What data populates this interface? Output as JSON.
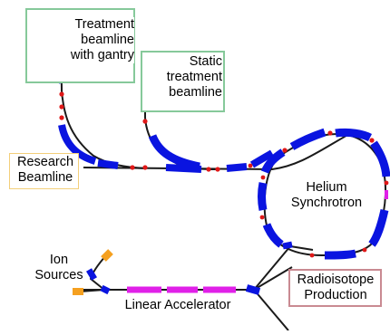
{
  "labels": {
    "treatment_gantry": "Treatment\nbeamline\nwith gantry",
    "static_treatment": "Static\ntreatment\nbeamline",
    "research": "Research\nBeamline",
    "helium_synchrotron": "Helium\nSynchrotron",
    "ion_sources": "Ion\nSources",
    "linear_accelerator": "Linear Accelerator",
    "radioisotope": "Radioisotope\nProduction"
  },
  "colors": {
    "beam_pipe": "#1a1a1a",
    "dipole_magnet": "#0a14e0",
    "quadrupole_magnet": "#e01818",
    "linac_cavity": "#e020e8",
    "ion_source": "#f5a020",
    "box_green": "#86c99a",
    "box_yellow": "#f3cf7a",
    "box_pink": "#c98a92"
  }
}
